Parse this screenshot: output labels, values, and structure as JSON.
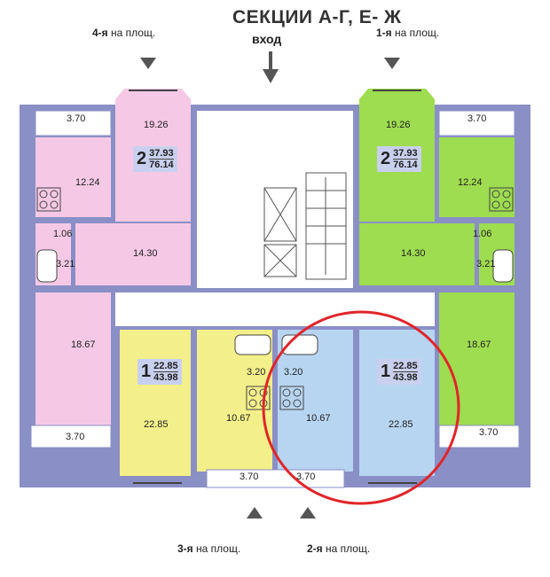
{
  "header": {
    "title": "СЕКЦИИ А-Г, Е- Ж",
    "entrance": "вход"
  },
  "landing_labels": {
    "apt4": {
      "num": "4-я",
      "text": " на площ."
    },
    "apt1": {
      "num": "1-я",
      "text": " на площ."
    },
    "apt3": {
      "num": "3-я",
      "text": " на площ."
    },
    "apt2": {
      "num": "2-я",
      "text": " на площ."
    }
  },
  "apartments": {
    "apt4": {
      "rooms": "2",
      "living": "37.93",
      "total": "76.14",
      "color": "#f5c9e6",
      "areas": {
        "balcony": "3.70",
        "room_top": "19.26",
        "kitchen": "12.24",
        "wc": "1.06",
        "bath": "3.21",
        "hall": "14.30",
        "room_bottom": "18.67",
        "loggia": "3.70"
      }
    },
    "apt1": {
      "rooms": "2",
      "living": "37.93",
      "total": "76.14",
      "color": "#9edc50",
      "areas": {
        "balcony": "3.70",
        "room_top": "19.26",
        "kitchen": "12.24",
        "wc": "1.06",
        "bath": "3.21",
        "hall": "14.30",
        "room_bottom": "18.67",
        "loggia": "3.70"
      }
    },
    "apt3": {
      "rooms": "1",
      "living": "22.85",
      "total": "43.98",
      "color": "#f3ef8a",
      "areas": {
        "room": "22.85",
        "kitchen": "10.67",
        "bath": "3.20",
        "loggia": "3.70"
      }
    },
    "apt2": {
      "rooms": "1",
      "living": "22.85",
      "total": "43.98",
      "color": "#b7d5f1",
      "areas": {
        "room": "22.85",
        "kitchen": "10.67",
        "bath": "3.20",
        "loggia": "3.70"
      }
    }
  },
  "colors": {
    "wall": "#8a8fc6",
    "highlight": "#e0262a",
    "corridor": "#ffffff"
  }
}
